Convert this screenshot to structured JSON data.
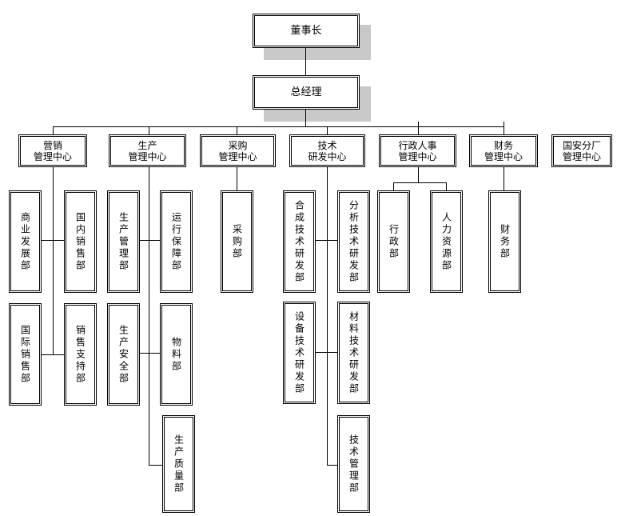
{
  "chairman": "董事长",
  "general_manager": "总经理",
  "centers": {
    "sales": [
      "营销",
      "管理中心"
    ],
    "production": [
      "生产",
      "管理中心"
    ],
    "procurement": [
      "采购",
      "管理中心"
    ],
    "tech": [
      "技术",
      "研发中心"
    ],
    "admin": [
      "行政人事",
      "管理中心"
    ],
    "finance": [
      "财务",
      "管理中心"
    ],
    "guoan": [
      "国安分厂",
      "管理中心"
    ]
  },
  "departments": {
    "business_dev": "商业发展部",
    "domestic_sales": "国内销售部",
    "intl_sales": "国际销售部",
    "sales_support": "销售支持部",
    "prod_mgmt": "生产管理部",
    "ops_support": "运行保障部",
    "prod_safety": "生产安全部",
    "materials": "物料部",
    "prod_quality": "生产质量部",
    "purchasing": "采购部",
    "synthesis": "合成技术研发部",
    "analysis": "分析技术研发部",
    "equipment": "设备技术研发部",
    "material_tech": "材料技术研发部",
    "tech_mgmt": "技术管理部",
    "admin_dept": "行政部",
    "hr": "人力资源部",
    "finance_dept": "财务部"
  }
}
